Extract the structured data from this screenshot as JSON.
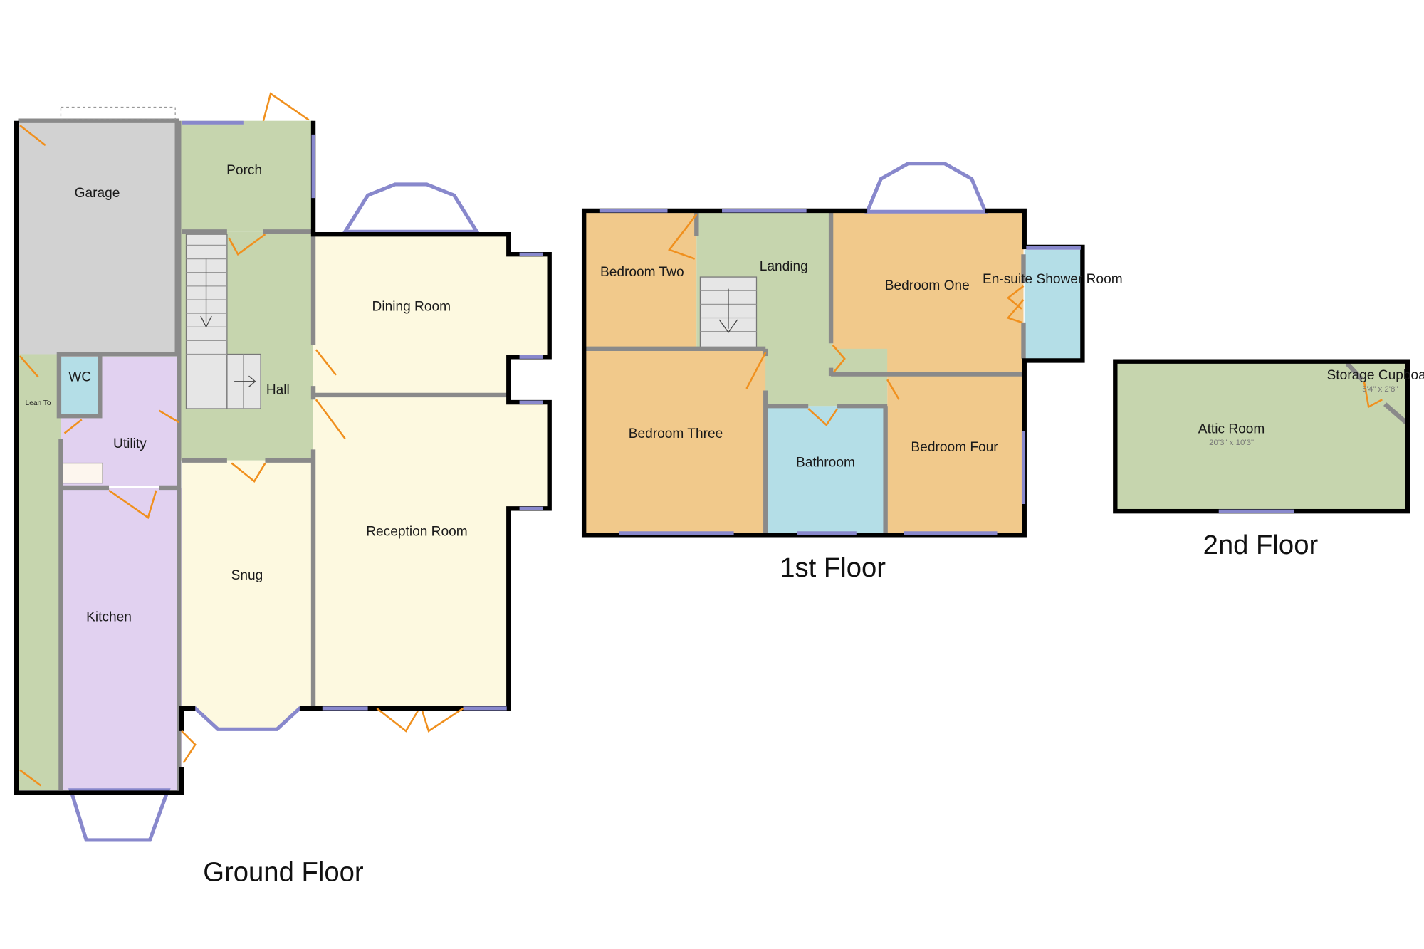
{
  "floors": [
    {
      "title": "Ground Floor",
      "rooms": [
        "Garage",
        "Porch",
        "Dining Room",
        "WC",
        "Lean To",
        "Hall",
        "Utility",
        "Snug",
        "Reception Room",
        "Kitchen"
      ]
    },
    {
      "title": "1st Floor",
      "rooms": [
        "Bedroom Two",
        "Landing",
        "Bedroom One",
        "En-suite Shower Room",
        "Bedroom Three",
        "Bathroom",
        "Bedroom Four"
      ]
    },
    {
      "title": "2nd Floor",
      "rooms": [
        "Attic Room",
        "Storage Cupboard"
      ],
      "dimensions": [
        "20'3\" x 10'3\"",
        "5'4\" x 2'8\""
      ]
    }
  ],
  "colors": {
    "garage": "#d2d2d2",
    "green": "#c6d5ae",
    "yellow": "#fdf9e0",
    "orange": "#f1c98b",
    "purple": "#e1d1f0",
    "blue": "#b4dee7"
  }
}
